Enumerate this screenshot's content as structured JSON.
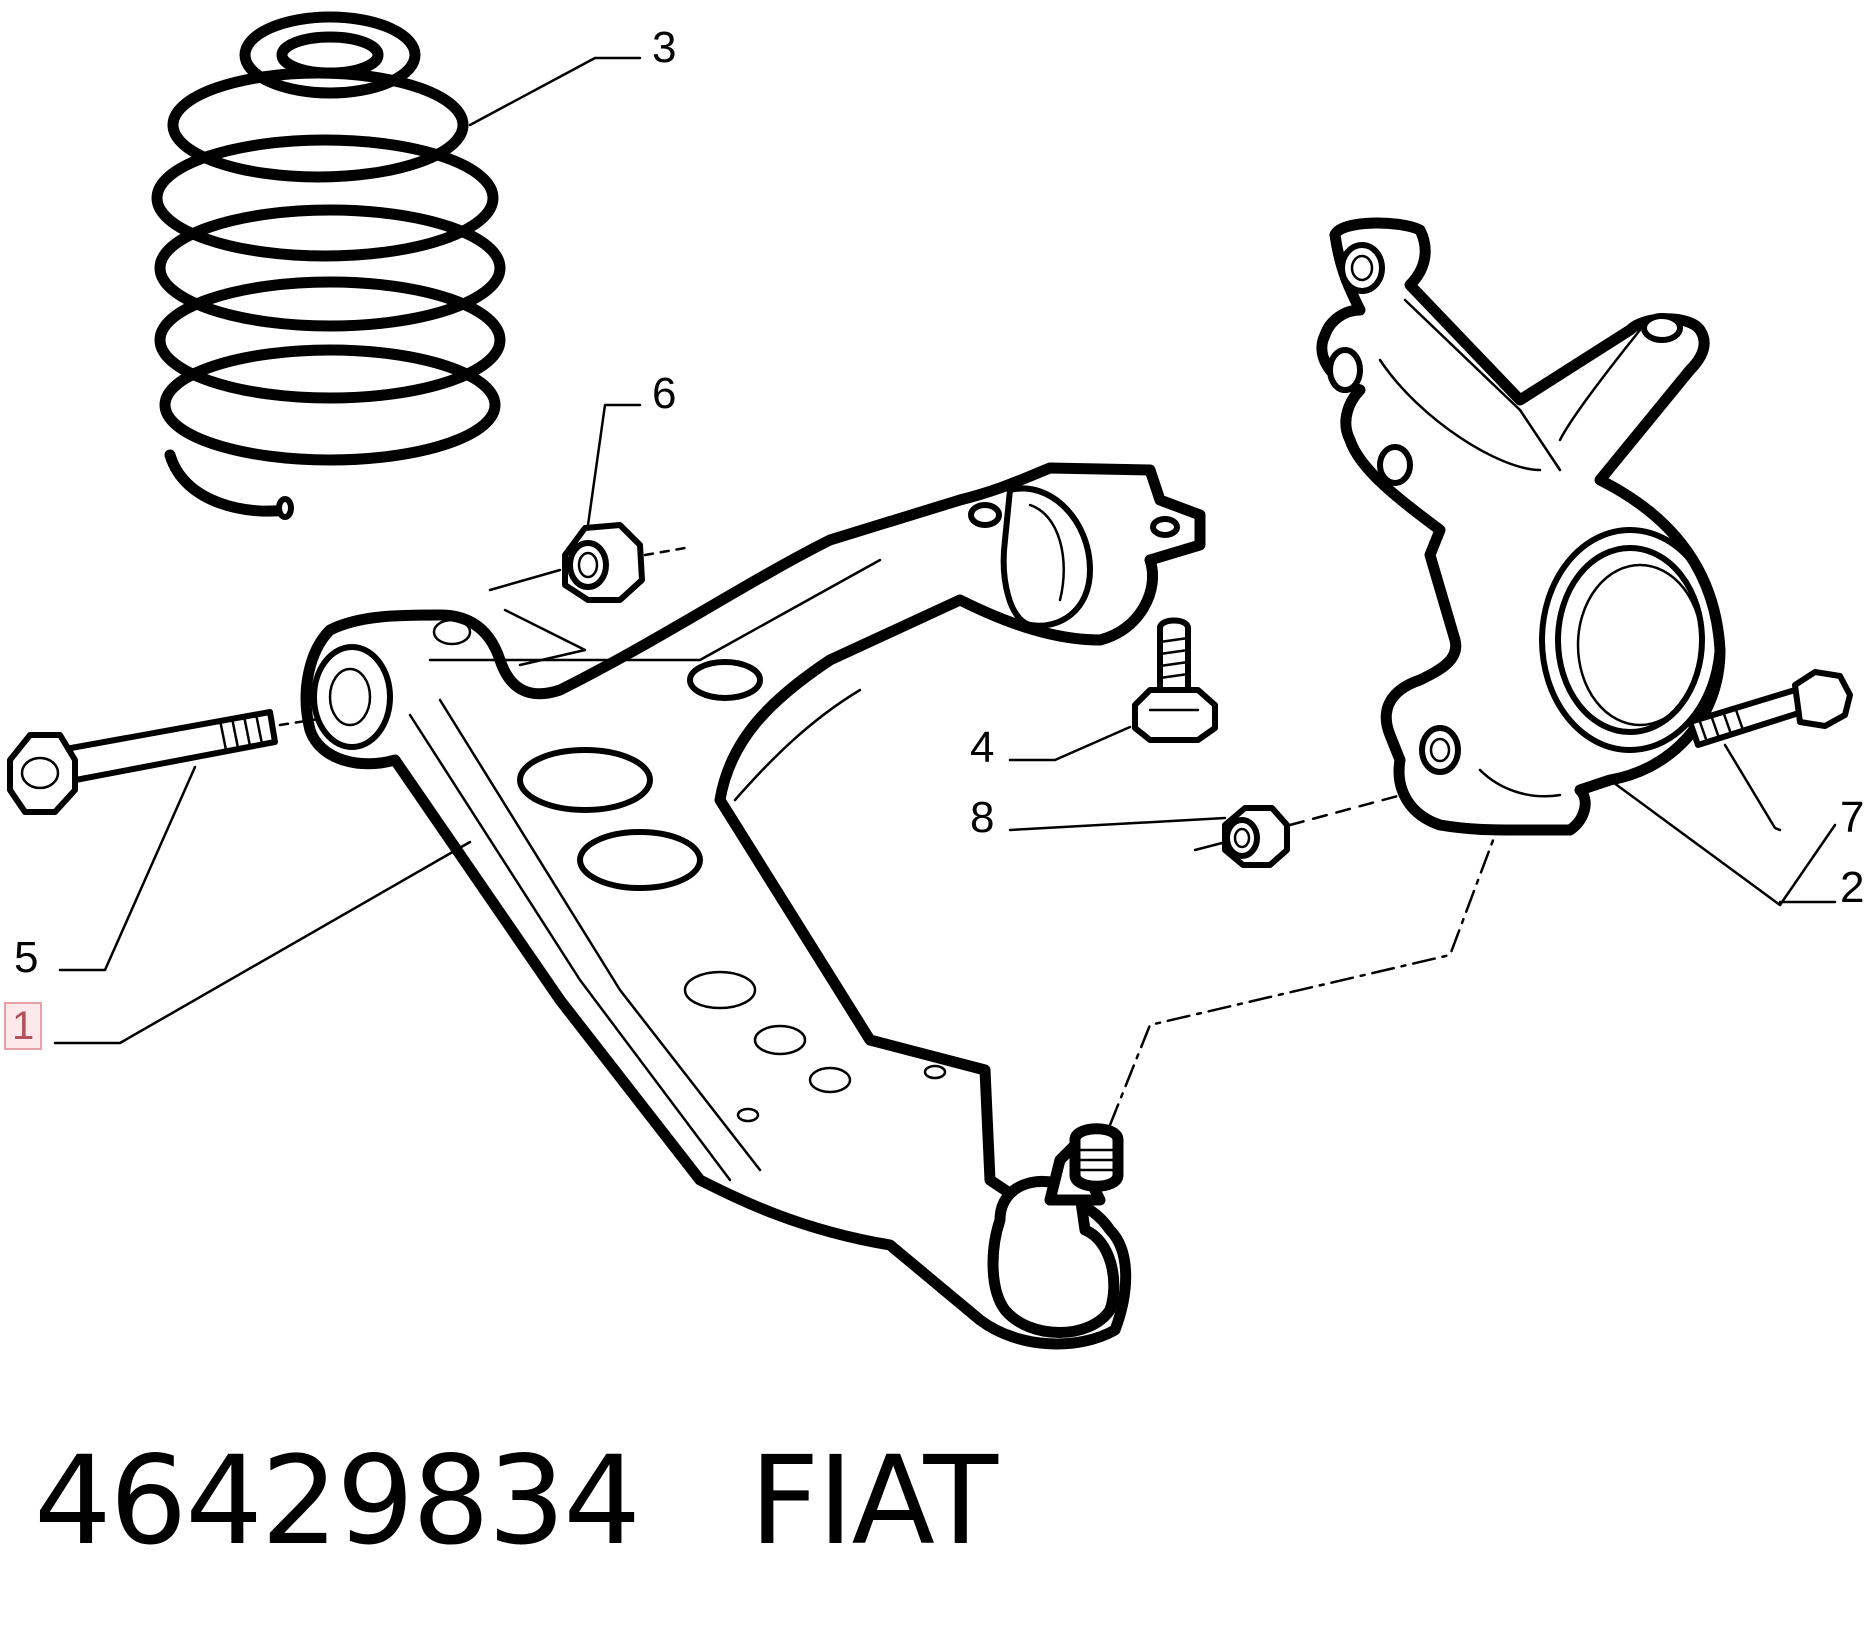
{
  "callouts": [
    {
      "id": "c1",
      "label": "1",
      "highlighted": true
    },
    {
      "id": "c2",
      "label": "2"
    },
    {
      "id": "c3",
      "label": "3"
    },
    {
      "id": "c4",
      "label": "4"
    },
    {
      "id": "c5",
      "label": "5"
    },
    {
      "id": "c6",
      "label": "6"
    },
    {
      "id": "c7",
      "label": "7"
    },
    {
      "id": "c8",
      "label": "8"
    }
  ],
  "caption": {
    "part_number": "46429834",
    "brand": "FIAT"
  },
  "colors": {
    "ink": "#000000",
    "highlight_fill": "#fde8ea",
    "highlight_border": "#e7a0a8"
  }
}
